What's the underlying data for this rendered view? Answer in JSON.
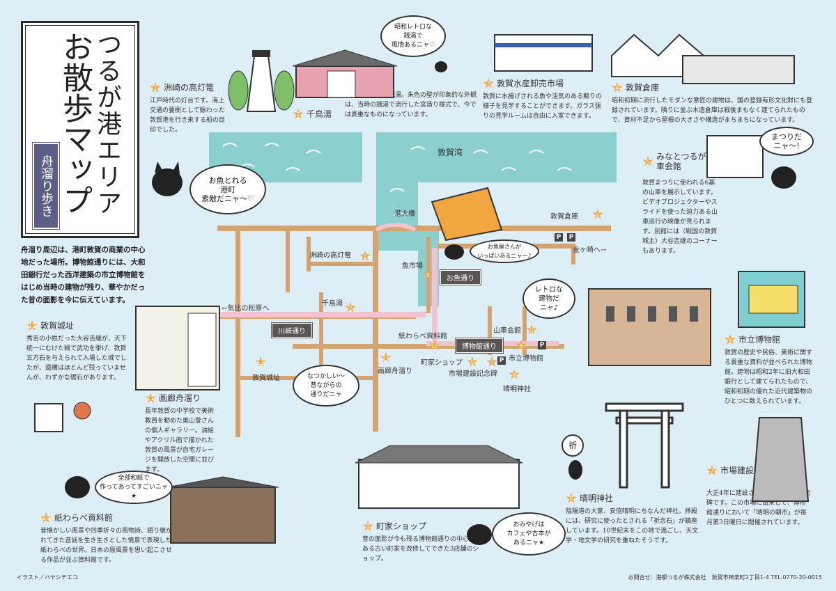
{
  "title": {
    "line1": "つるが港エリア",
    "line2": "お散歩マップ",
    "tag": "舟溜り歩き"
  },
  "intro": "舟溜り周辺は、港町敦賀の商業の中心地だった場所。博物館通りには、大和田銀行だった西洋建築の市立博物館をはじめ当時の建物が残り、華やかだった昔の面影を今に伝えています。",
  "spots": [
    {
      "num": "1",
      "name": "洲崎の高灯篭",
      "desc": "江戸時代の灯台です。海上交通の要衝として賑わった敦賀港を行き来する船の目印でした。"
    },
    {
      "num": "2",
      "name": "千鳥湯",
      "desc": "昭和初期創業の銭湯。朱色の壁が印象的な外観は、当時の銭湯で流行した宮造り様式で、今では貴重なものになっています。"
    },
    {
      "num": "3",
      "name": "敦賀水産卸売市場",
      "desc": "敦賀に水揚げされる魚や活気のある競りの様子を見学することができます。ガラス張りの見学ルームは自由に入室できます。"
    },
    {
      "num": "4",
      "name": "敦賀倉庫",
      "desc": "昭和初期に流行したモダンな意匠の建物は、国の登録有形文化財にも登録されています。隣りに並ぶ木造倉庫は戦後まもなく建てられたもので、資材不足から屋根の大きさや構造がまちまちになっています。"
    },
    {
      "num": "5",
      "name": "みなとつるが山車会館",
      "desc": "敦賀まつりに使われる6基の山車を展示しています。ビデオプロジェクターやスライドを使った迫力ある山車巡行の映像が見られます。別館には（戦国の敦賀城主）大谷吉継のコーナーもあります。"
    },
    {
      "num": "6",
      "name": "市立博物館",
      "desc": "敦賀の歴史や民俗、美術に関する貴重な資料が並べられた博物館。建物は昭和2年に旧大和田銀行として建てられたもので、昭和初期の優れた近代建築物のひとつに数えられています。"
    },
    {
      "num": "7",
      "name": "市場建設記念碑",
      "desc": "大正4年に建設された青果市場の記念碑です。この市場に由来して、博物館通りにおいて「晴明の朝市」が毎月第3日曜日に開催されています。"
    },
    {
      "num": "8",
      "name": "晴明神社",
      "desc": "陰陽道の大家、安倍晴明にちなんだ神社。拝殿には、研究に使ったとされる「祈念石」が鎮座しています。10世紀末をこの地で過ごし、天文学・地文学の研究を重ねたそうです。"
    },
    {
      "num": "9",
      "name": "町家ショップ",
      "desc": "昔の面影が今も残る博物館通りの中心にある古い町家を改修してできた3店舗のショップ。"
    },
    {
      "num": "10",
      "name": "紙わらべ資料館",
      "desc": "昔懐かしい風景や四季折々の風物詩、語り継がれてきた昔話を生き生きとした情景で表現した紙わらべの世界。日本の原風景を思い起こさせる作品が並ぶ資料館です。"
    },
    {
      "num": "11",
      "name": "画廊舟溜り",
      "desc": "長年敦賀の中学校で美術教員を勤めた奥山登さんの個人ギャラリー。油絵やアクリル画で描かれた敦賀の風景が自宅ガレージを開放した空間に並びます。"
    },
    {
      "num": "12",
      "name": "敦賀城址",
      "desc": "秀吉の小姓だった大谷吉継が、天下統一にむけた戦で武功を挙げ、敦賀五万石を与えられて入場した城でしたが、遺構はほとんど残っていませんが、わずかな礎石があります。"
    }
  ],
  "map_labels": {
    "bay": "敦賀湾",
    "bridge": "港大橋",
    "warehouse": "敦賀倉庫",
    "kanegasaki": "金ヶ崎へ→",
    "kehi": "←気比の松原へ",
    "toro": "洲崎の高灯篭",
    "fish_market": "魚市場",
    "chidori": "千鳥湯",
    "kamiwarabe": "紙わらべ資料館",
    "dashi": "山車会館",
    "museum": "市立博物館",
    "machiya": "町家ショップ",
    "monument": "市場建設記念碑",
    "seimei": "晴明神社",
    "gallery": "画廊舟溜り",
    "castle": "敦賀城址"
  },
  "streets": {
    "osakana": "お魚通り",
    "kawasaki": "川崎通り",
    "hakubutsukan": "博物館通り"
  },
  "bubbles": {
    "b1": "昭和レトロな\n銭湯で\n風情あるニャ♡",
    "b2": "お魚とれる\n港町\n素敵だニャ〜♡",
    "b3": "お魚屋さんが\nいっぱいあるニャ〜♪",
    "b4": "まつりだ\nニャ〜!",
    "b5": "レトロな\n建物だ\nニャ♪",
    "b6": "なつかしい〜\n昔ながらの\n通りだニャ",
    "b7": "全部和紙で\n作ってあってすごいニャ★",
    "b8": "おみやげは\nカフェや古本が\nあるニャ★",
    "b9": "祈"
  },
  "footer": {
    "credit": "イラスト／ハヤシチエコ",
    "contact": "お問合せ：港都つるが株式会社　敦賀市神楽町2丁目1-4 TEL.0770-20-0015"
  },
  "colors": {
    "background": "#ddeef6",
    "water": "#8ccfcf",
    "road": "#d4a372",
    "pink_street": "#f2c3cf",
    "star": "#f2a640",
    "title_tag": "#5d5e86"
  }
}
